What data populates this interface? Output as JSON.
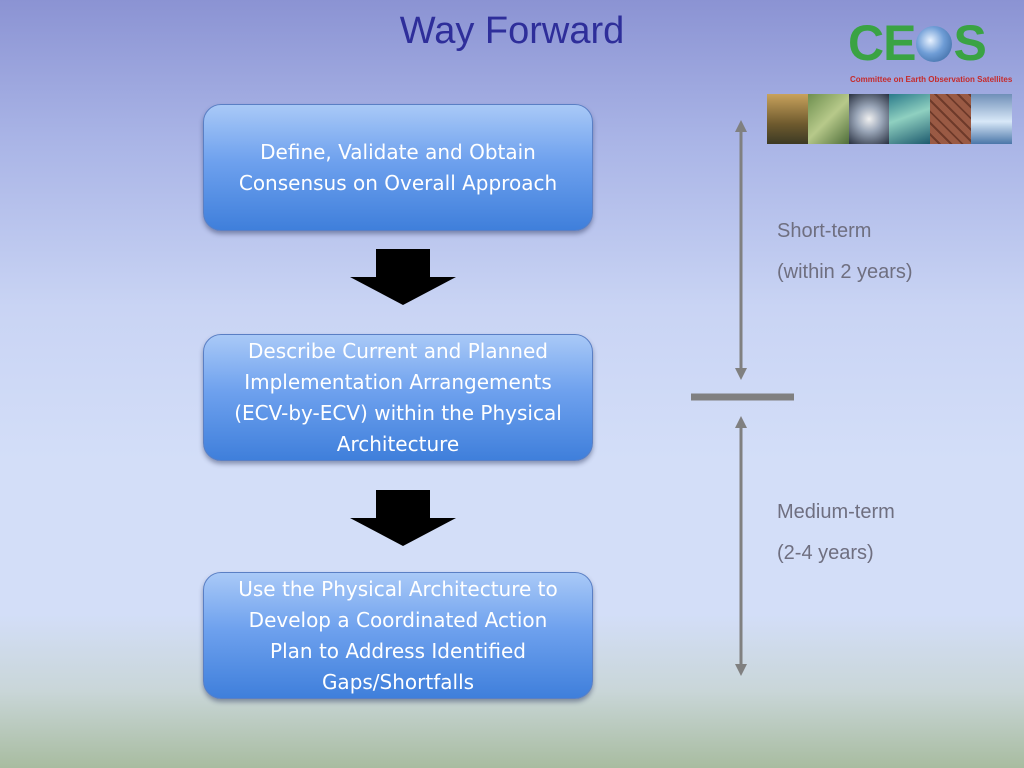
{
  "slide": {
    "title": "Way Forward"
  },
  "logo": {
    "wordmark": "CEOS",
    "subtitle": "Committee on Earth Observation Satellites",
    "colors": {
      "wordmark": "#3aa343",
      "subtitle": "#c62b2b"
    }
  },
  "photo_strip": {
    "photos": [
      "forest-photo",
      "field-photo",
      "storm-satellite-photo",
      "ocean-wave-photo",
      "cracked-earth-photo",
      "glacier-photo"
    ]
  },
  "flow": {
    "steps": [
      {
        "lines": [
          "Define, Validate and Obtain",
          "Consensus on Overall Approach"
        ]
      },
      {
        "lines": [
          "Describe Current and Planned",
          "Implementation Arrangements",
          "(ECV-by-ECV) within the Physical",
          "Architecture"
        ]
      },
      {
        "lines": [
          "Use the Physical Architecture to",
          "Develop a Coordinated Action",
          "Plan to Address Identified",
          "Gaps/Shortfalls"
        ]
      }
    ],
    "colors": {
      "box_top": "#a9c9f7",
      "box_bottom": "#3f7fdb",
      "arrow": "#000000"
    }
  },
  "timeline": {
    "short_term": {
      "label": "Short-term",
      "detail": "(within 2 years)"
    },
    "medium_term": {
      "label": "Medium-term",
      "detail": "(2-4 years)"
    },
    "colors": {
      "line": "#808080",
      "text": "#6f6f80"
    }
  }
}
